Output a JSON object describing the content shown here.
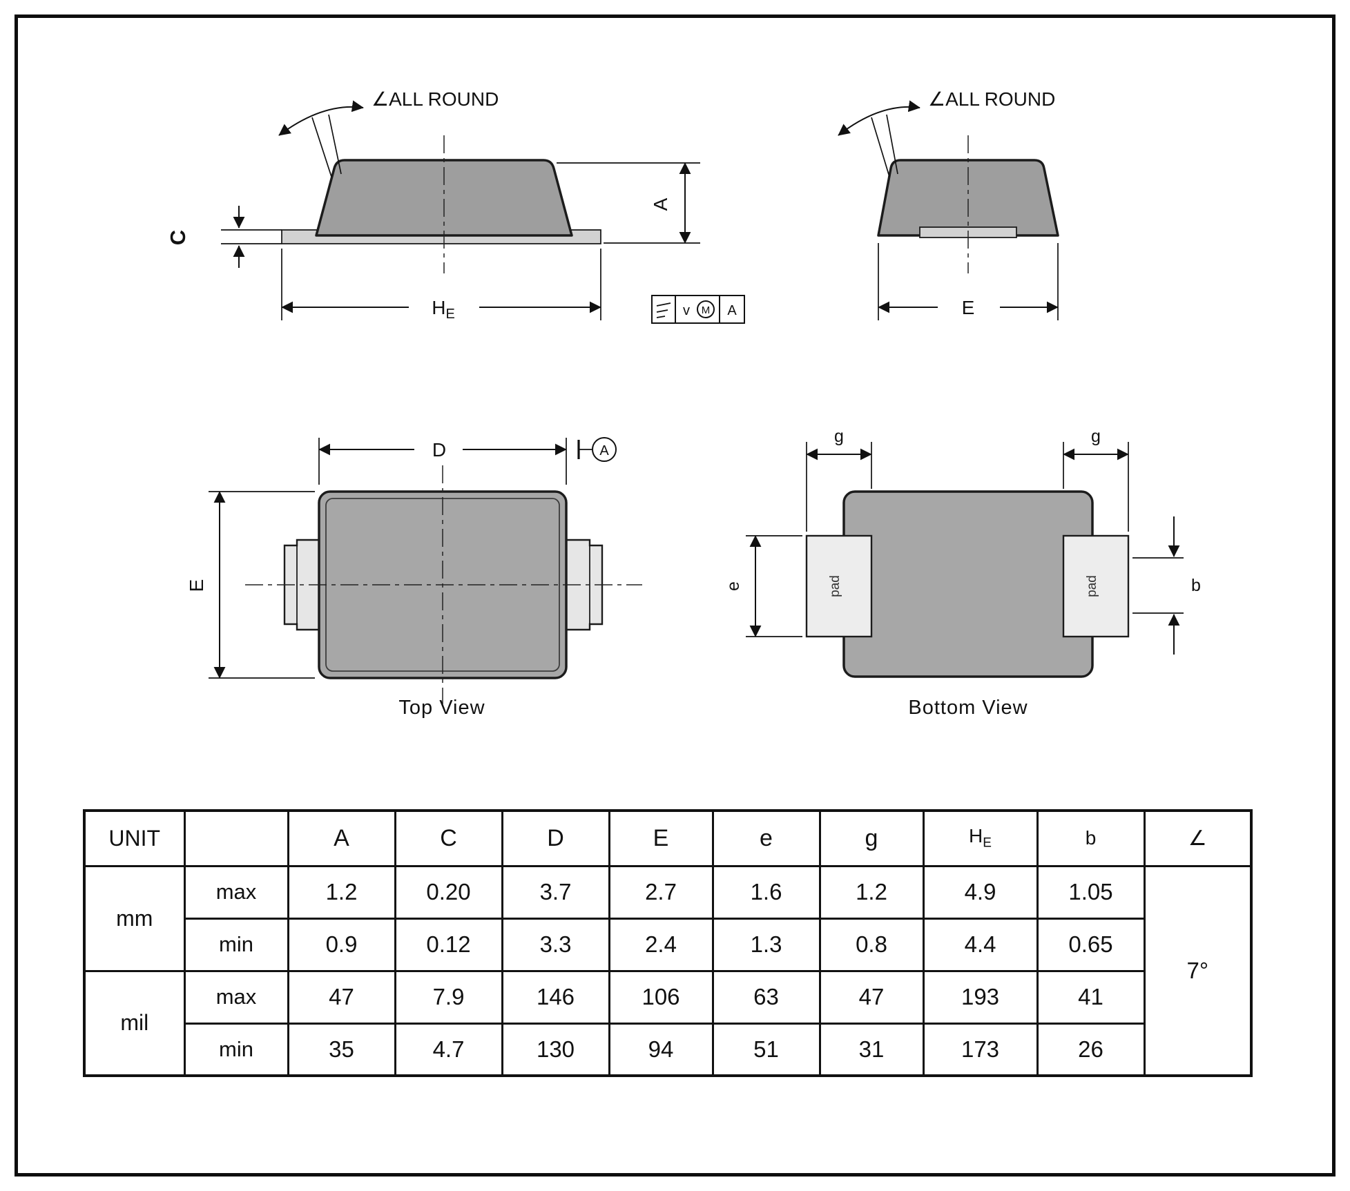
{
  "side_view": {
    "all_round_label": "∠ALL ROUND",
    "dim_c": "C",
    "dim_a": "A",
    "dim_he_main": "H",
    "dim_he_sub": "E",
    "frame_value": "v",
    "frame_modifier": "M",
    "frame_datum": "A"
  },
  "end_view": {
    "all_round_label": "∠ALL ROUND",
    "dim_e": "E"
  },
  "top_view": {
    "dim_d": "D",
    "dim_e": "E",
    "datum_label": "A",
    "caption": "Top View"
  },
  "bottom_view": {
    "dim_g": "g",
    "dim_e": "e",
    "dim_b": "b",
    "pad_label": "pad",
    "caption": "Bottom  View"
  },
  "table": {
    "unit_header": "UNIT",
    "headers": {
      "a": "A",
      "c": "C",
      "d": "D",
      "e_upper": "E",
      "e_lower": "e",
      "g": "g",
      "he_main": "H",
      "he_sub": "E",
      "b": "b",
      "angle": "∠"
    },
    "groups": [
      {
        "unit": "mm",
        "rows": [
          {
            "label": "max",
            "values": [
              "1.2",
              "0.20",
              "3.7",
              "2.7",
              "1.6",
              "1.2",
              "4.9",
              "1.05"
            ]
          },
          {
            "label": "min",
            "values": [
              "0.9",
              "0.12",
              "3.3",
              "2.4",
              "1.3",
              "0.8",
              "4.4",
              "0.65"
            ]
          }
        ]
      },
      {
        "unit": "mil",
        "rows": [
          {
            "label": "max",
            "values": [
              "47",
              "7.9",
              "146",
              "106",
              "63",
              "47",
              "193",
              "41"
            ]
          },
          {
            "label": "min",
            "values": [
              "35",
              "4.7",
              "130",
              "94",
              "51",
              "31",
              "173",
              "26"
            ]
          }
        ]
      }
    ],
    "angle_value": "7°"
  },
  "colors": {
    "body_gray": "#9e9e9e",
    "lead_gray": "#d2d2d2",
    "pad_gray": "#ededed",
    "line_black": "#111111"
  }
}
